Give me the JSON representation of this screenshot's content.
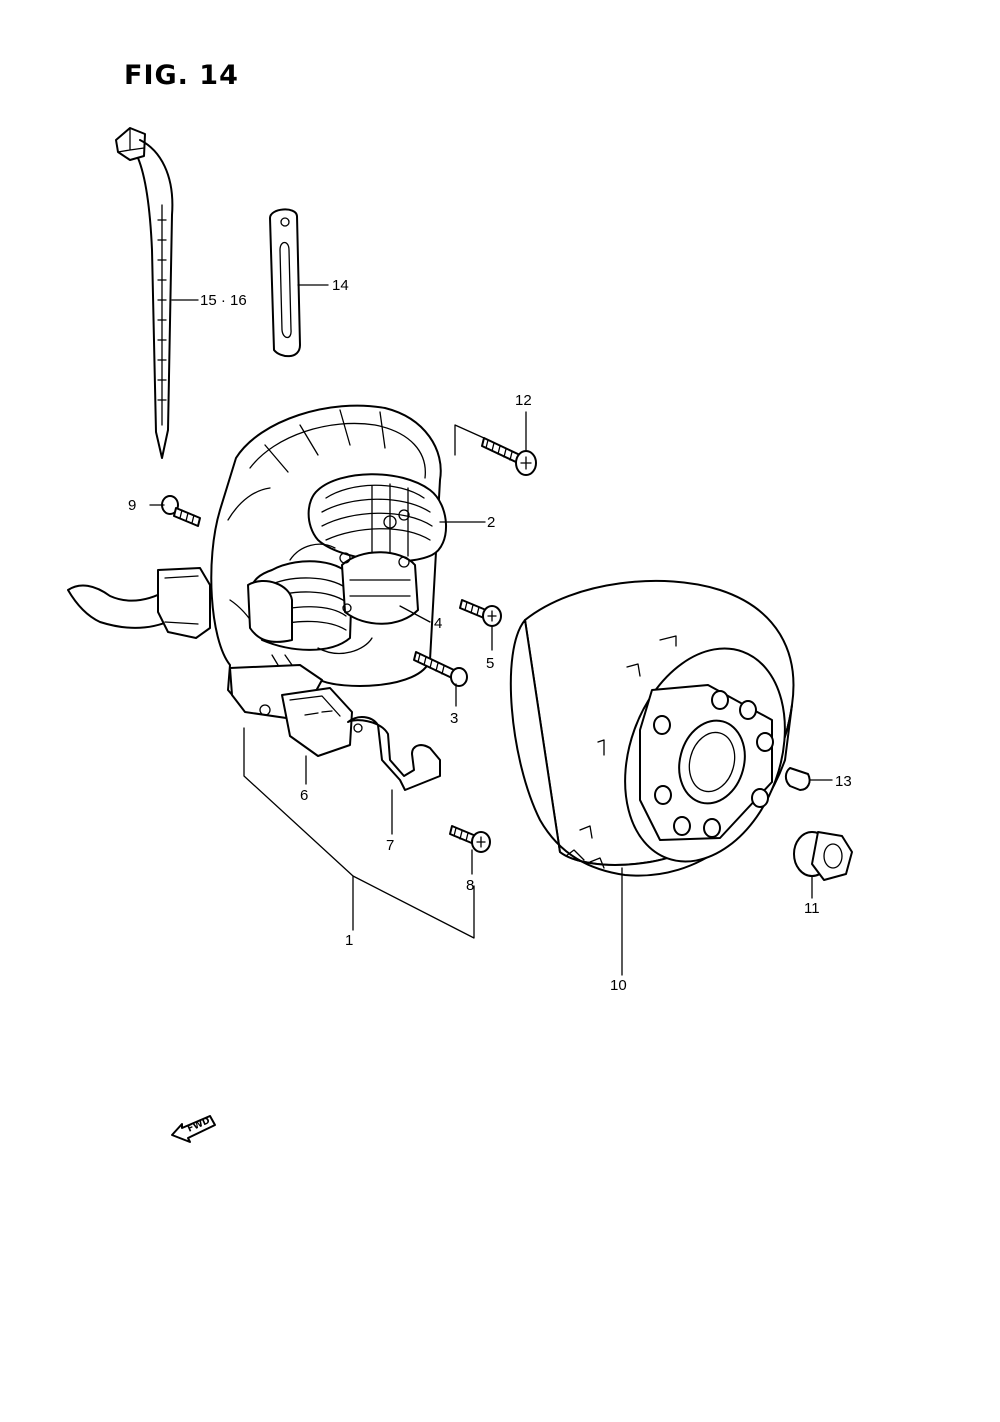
{
  "figure": {
    "title": "FIG. 14",
    "fwd_marker": "FWD"
  },
  "callouts": {
    "c1": "1",
    "c2": "2",
    "c3": "3",
    "c4": "4",
    "c5": "5",
    "c6": "6",
    "c7": "7",
    "c8": "8",
    "c9": "9",
    "c10": "10",
    "c11": "11",
    "c12": "12",
    "c13": "13",
    "c14": "14",
    "c15_16": "15 · 16"
  }
}
